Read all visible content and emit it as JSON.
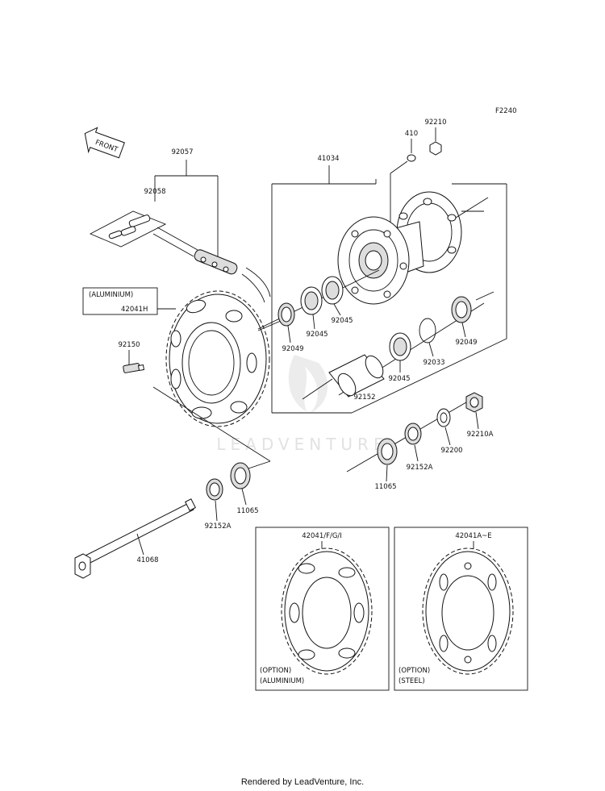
{
  "diagram_code": "F2240",
  "front_label": "FRONT",
  "watermark": "LEADVENTURE",
  "footer": "Rendered by LeadVenture, Inc.",
  "callouts": {
    "p92057": "92057",
    "p92058": "92058",
    "p41034": "41034",
    "p410": "410",
    "p92210": "92210",
    "alum_note": "(ALUMINIUM)",
    "p42041H": "42041H",
    "p92150": "92150",
    "p92049_left": "92049",
    "p92045_a": "92045",
    "p92045_b": "92045",
    "p92045_c": "92045",
    "p92049_right": "92049",
    "p92033": "92033",
    "p92152": "92152",
    "p92210A": "92210A",
    "p92200": "92200",
    "p92152A_right": "92152A",
    "p11065_right": "11065",
    "p92152A_left": "92152A",
    "p11065_left": "11065",
    "p41068": "41068"
  },
  "options": [
    {
      "part": "42041/F/G/I",
      "note1": "(OPTION)",
      "note2": "(ALUMINIUM)"
    },
    {
      "part": "42041A~E",
      "note1": "(OPTION)",
      "note2": "(STEEL)"
    }
  ]
}
